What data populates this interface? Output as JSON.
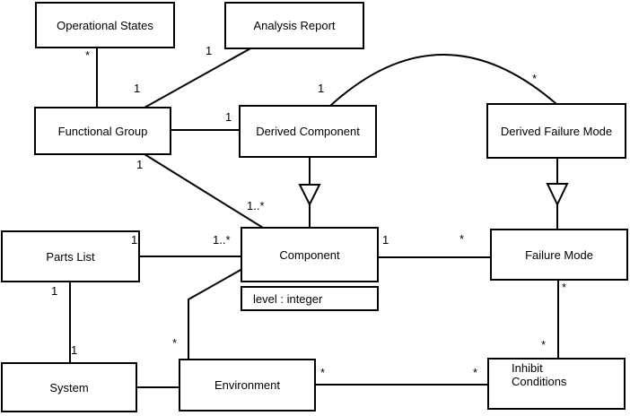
{
  "diagram": {
    "type": "uml-class-diagram",
    "background_color": "#ffffff",
    "line_color": "#000000",
    "classes": [
      {
        "label": "Operational States"
      },
      {
        "label": "Analysis Report"
      },
      {
        "label": "Functional Group"
      },
      {
        "label": "Derived Component"
      },
      {
        "label": "Derived Failure Mode"
      },
      {
        "label": "Parts List"
      },
      {
        "label": "Component",
        "attributes": [
          "level : integer"
        ]
      },
      {
        "label": "Failure Mode"
      },
      {
        "label": "System"
      },
      {
        "label": "Environment"
      },
      {
        "label": "Inhibit Conditions"
      }
    ],
    "associations": [
      {
        "a": "Operational States",
        "b": "Functional Group",
        "a_mult": "*"
      },
      {
        "a": "Analysis Report",
        "b": "Functional Group",
        "a_mult": "1",
        "b_mult": "1"
      },
      {
        "a": "Functional Group",
        "b": "Derived Component",
        "b_mult": "1"
      },
      {
        "a": "Functional Group",
        "b": "Component",
        "a_mult": "1",
        "b_mult": "1..*"
      },
      {
        "a": "Derived Component",
        "b": "Derived Failure Mode",
        "a_mult": "1",
        "b_mult": "*"
      },
      {
        "a": "Parts List",
        "b": "Component",
        "a_mult": "1",
        "b_mult": "1..*"
      },
      {
        "a": "Parts List",
        "b": "System",
        "a_mult": "1",
        "b_mult": "1"
      },
      {
        "a": "Component",
        "b": "Failure Mode",
        "a_mult": "1",
        "b_mult": "*"
      },
      {
        "a": "Component",
        "b": "Environment",
        "b_mult": "*"
      },
      {
        "a": "System",
        "b": "Environment"
      },
      {
        "a": "Environment",
        "b": "Inhibit Conditions",
        "a_mult": "*",
        "b_mult": "*"
      },
      {
        "a": "Failure Mode",
        "b": "Inhibit Conditions",
        "a_mult": "*",
        "b_mult": "*"
      }
    ],
    "generalizations": [
      {
        "child": "Derived Component",
        "parent": "Component"
      },
      {
        "child": "Derived Failure Mode",
        "parent": "Failure Mode"
      }
    ]
  }
}
